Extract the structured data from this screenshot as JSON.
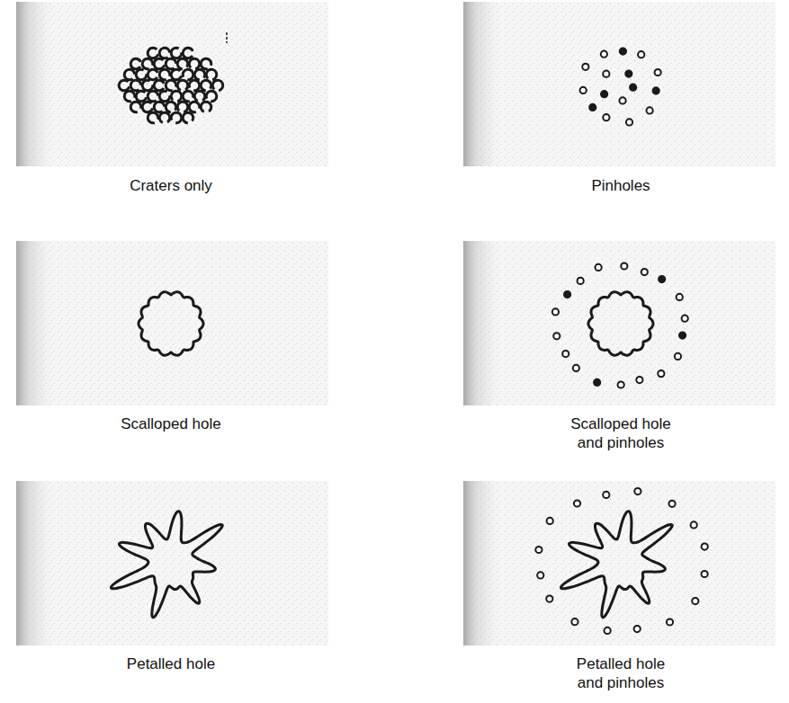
{
  "diagram": {
    "labels": [
      "Craters only",
      "Pinholes",
      "Scalloped hole",
      "Scalloped hole and pinholes",
      "Petalled hole",
      "Petalled hole and pinholes"
    ]
  }
}
